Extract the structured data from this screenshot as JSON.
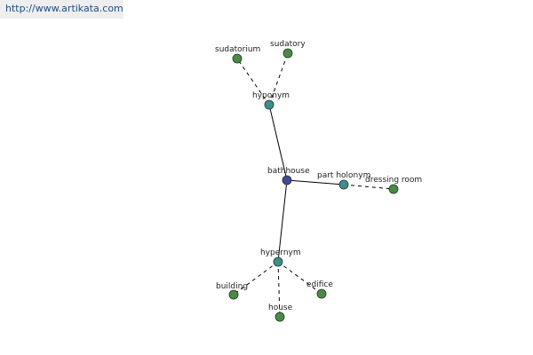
{
  "header": {
    "url": "http://www.artikata.com"
  },
  "colors": {
    "center": "#40489a",
    "relation": "#3f8d8f",
    "leaf": "#4a8a46"
  },
  "graph": {
    "nodes": [
      {
        "id": "bathhouse",
        "label": "bathhouse",
        "kind": "center"
      },
      {
        "id": "hyponym",
        "label": "hyponym",
        "kind": "relation"
      },
      {
        "id": "hypernym",
        "label": "hypernym",
        "kind": "relation"
      },
      {
        "id": "part-holonym",
        "label": "part holonym",
        "kind": "relation"
      },
      {
        "id": "sudatorium",
        "label": "sudatorium",
        "kind": "leaf"
      },
      {
        "id": "sudatory",
        "label": "sudatory",
        "kind": "leaf"
      },
      {
        "id": "dressing-room",
        "label": "dressing room",
        "kind": "leaf"
      },
      {
        "id": "building",
        "label": "building",
        "kind": "leaf"
      },
      {
        "id": "house",
        "label": "house",
        "kind": "leaf"
      },
      {
        "id": "edifice",
        "label": "edifice",
        "kind": "leaf"
      }
    ],
    "edges": [
      {
        "from": "bathhouse",
        "to": "hyponym",
        "style": "solid"
      },
      {
        "from": "bathhouse",
        "to": "hypernym",
        "style": "solid"
      },
      {
        "from": "bathhouse",
        "to": "part-holonym",
        "style": "solid"
      },
      {
        "from": "hyponym",
        "to": "sudatorium",
        "style": "dashed"
      },
      {
        "from": "hyponym",
        "to": "sudatory",
        "style": "dashed"
      },
      {
        "from": "part-holonym",
        "to": "dressing-room",
        "style": "dashed"
      },
      {
        "from": "hypernym",
        "to": "building",
        "style": "dashed"
      },
      {
        "from": "hypernym",
        "to": "house",
        "style": "dashed"
      },
      {
        "from": "hypernym",
        "to": "edifice",
        "style": "dashed"
      }
    ]
  }
}
